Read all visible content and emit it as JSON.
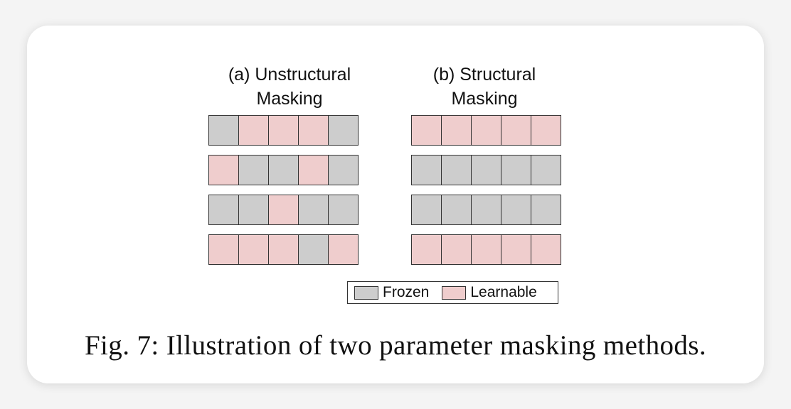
{
  "panels": [
    {
      "title_line1": "(a) Unstructural",
      "title_line2": "Masking",
      "rows": [
        [
          "frozen",
          "learnable",
          "learnable",
          "learnable",
          "frozen"
        ],
        [
          "learnable",
          "frozen",
          "frozen",
          "learnable",
          "frozen"
        ],
        [
          "frozen",
          "frozen",
          "learnable",
          "frozen",
          "frozen"
        ],
        [
          "learnable",
          "learnable",
          "learnable",
          "frozen",
          "learnable"
        ]
      ]
    },
    {
      "title_line1": "(b) Structural",
      "title_line2": "Masking",
      "rows": [
        [
          "learnable",
          "learnable",
          "learnable",
          "learnable",
          "learnable"
        ],
        [
          "frozen",
          "frozen",
          "frozen",
          "frozen",
          "frozen"
        ],
        [
          "frozen",
          "frozen",
          "frozen",
          "frozen",
          "frozen"
        ],
        [
          "learnable",
          "learnable",
          "learnable",
          "learnable",
          "learnable"
        ]
      ]
    }
  ],
  "legend": {
    "frozen_label": "Frozen",
    "learnable_label": "Learnable"
  },
  "colors": {
    "frozen": "#cdcdcd",
    "learnable": "#efcdcd",
    "border": "#333333"
  },
  "caption": "Fig. 7: Illustration of two parameter masking methods."
}
